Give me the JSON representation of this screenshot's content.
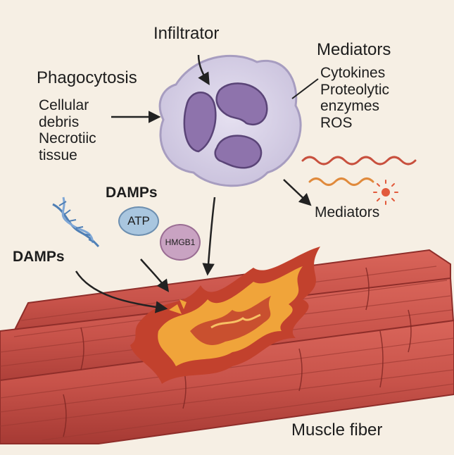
{
  "cell": {
    "label": "Infiltrator",
    "colors": {
      "membrane": "#d7d2e6",
      "membrane_edge": "#a79dc0",
      "nucleus": "#8e73ac",
      "nucleus_edge": "#5a4477"
    }
  },
  "phagocytosis": {
    "title": "Phagocytosis",
    "items": [
      "Cellular",
      "debris",
      "Necrotiic",
      "tissue"
    ]
  },
  "mediators_top": {
    "title": "Mediators",
    "items": [
      "Cytokines",
      "Proteolytic",
      "enzymes",
      "ROS"
    ]
  },
  "mediators_bottom": {
    "label": "Mediators"
  },
  "damps": {
    "top_label": "DAMPs",
    "left_label": "DAMPs",
    "atp": {
      "label": "ATP",
      "color": "#a9c6df"
    },
    "hmgb1": {
      "label": "HMGB1",
      "color": "#c9a3c2"
    },
    "dna_icon": "dna-helix-icon"
  },
  "muscle": {
    "label": "Muscle fiber",
    "colors": {
      "fiber": "#c8534a",
      "fiber_dark": "#8f2e2a",
      "damage_orange": "#f0a43a",
      "damage_red": "#c2412d"
    }
  },
  "colors": {
    "background": "#f6efe4",
    "text": "#1d1d1d",
    "arrow": "#222222",
    "wave_red": "#c8503e",
    "wave_orange": "#e08a3c"
  }
}
